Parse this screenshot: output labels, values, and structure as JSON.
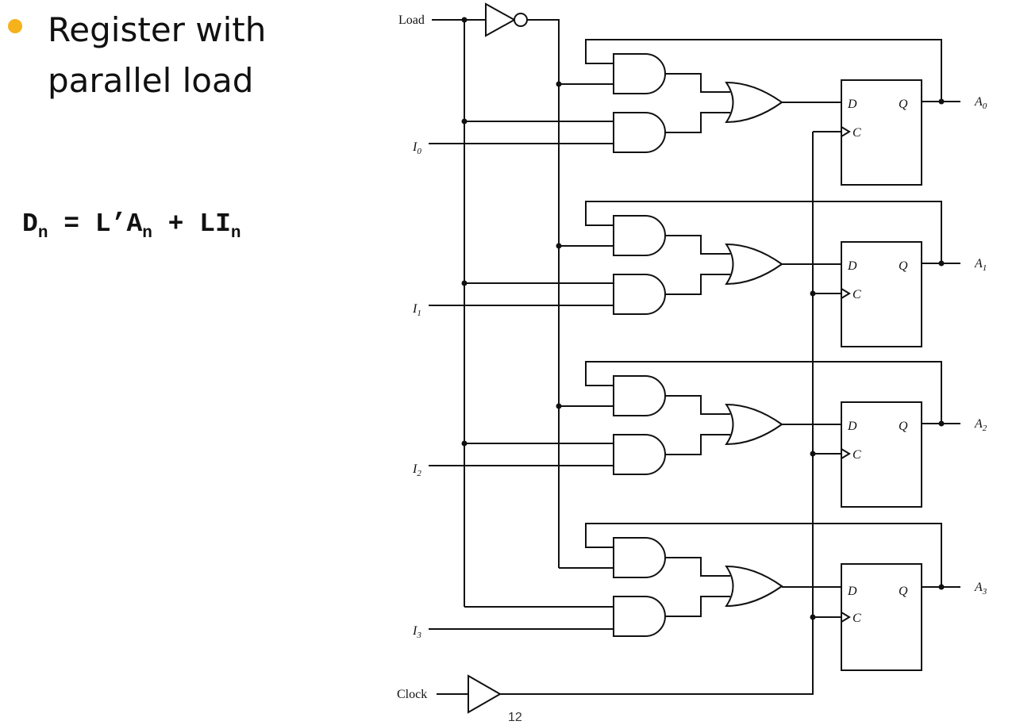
{
  "slide": {
    "bullet_text": "Register with parallel load",
    "equation": {
      "lhs": "D",
      "lhs_sub": "n",
      "eq": " = ",
      "term1": "L’A",
      "term1_sub": "n",
      "plus": " + ",
      "term2": "LI",
      "term2_sub": "n"
    },
    "page_number": "12",
    "bullet_color": "#F5B21B"
  },
  "circuit": {
    "load_label": "Load",
    "clock_label": "Clock",
    "ff_d_label": "D",
    "ff_q_label": "Q",
    "ff_c_label": "C",
    "inputs": [
      {
        "name": "I",
        "sub": "0"
      },
      {
        "name": "I",
        "sub": "1"
      },
      {
        "name": "I",
        "sub": "2"
      },
      {
        "name": "I",
        "sub": "3"
      }
    ],
    "outputs": [
      {
        "name": "A",
        "sub": "0"
      },
      {
        "name": "A",
        "sub": "1"
      },
      {
        "name": "A",
        "sub": "2"
      },
      {
        "name": "A",
        "sub": "3"
      }
    ]
  }
}
